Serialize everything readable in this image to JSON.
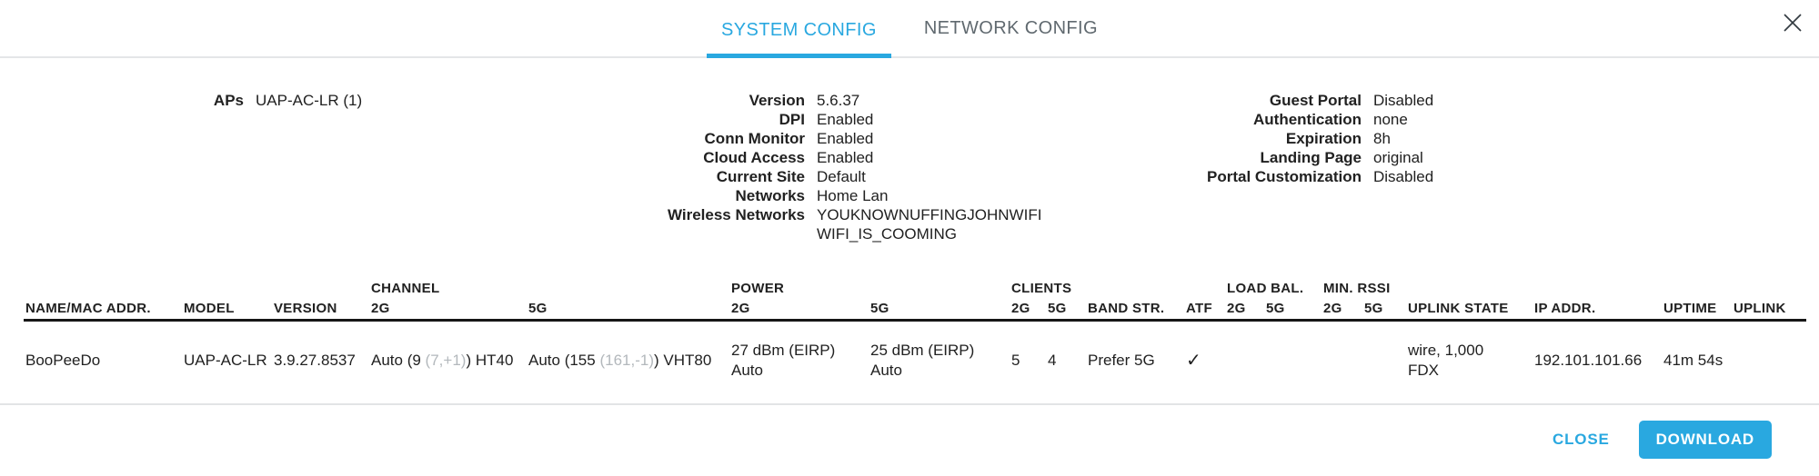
{
  "colors": {
    "accent": "#29a8e0",
    "muted_paren": "#b3b8bc",
    "divider": "#e4e6e8"
  },
  "tabs": [
    {
      "label": "SYSTEM CONFIG"
    },
    {
      "label": "NETWORK CONFIG"
    }
  ],
  "info": {
    "aps": {
      "label": "APs",
      "value": "UAP-AC-LR (1)"
    },
    "system": [
      {
        "label": "Version",
        "value": "5.6.37"
      },
      {
        "label": "DPI",
        "value": "Enabled"
      },
      {
        "label": "Conn Monitor",
        "value": "Enabled"
      },
      {
        "label": "Cloud Access",
        "value": "Enabled"
      },
      {
        "label": "Current Site",
        "value": "Default"
      },
      {
        "label": "Networks",
        "value": "Home Lan"
      },
      {
        "label": "Wireless Networks",
        "value": "YOUKNOWNUFFINGJOHNWIFI",
        "value2": "WIFI_IS_COOMING"
      }
    ],
    "guest": [
      {
        "label": "Guest Portal",
        "value": "Disabled"
      },
      {
        "label": "Authentication",
        "value": "none"
      },
      {
        "label": "Expiration",
        "value": "8h"
      },
      {
        "label": "Landing Page",
        "value": "original"
      },
      {
        "label": "Portal Customization",
        "value": "Disabled"
      }
    ]
  },
  "table": {
    "groups": {
      "channel": "CHANNEL",
      "power": "POWER",
      "clients": "CLIENTS",
      "load_bal": "LOAD BAL.",
      "min_rssi": "MIN. RSSI"
    },
    "headers": {
      "name": "NAME/MAC ADDR.",
      "model": "MODEL",
      "version": "VERSION",
      "ch2g": "2G",
      "ch5g": "5G",
      "pw2g": "2G",
      "pw5g": "5G",
      "cl2g": "2G",
      "cl5g": "5G",
      "band": "BAND STR.",
      "atf": "ATF",
      "lb2g": "2G",
      "lb5g": "5G",
      "rssi2g": "2G",
      "rssi5g": "5G",
      "uplink_state": "UPLINK STATE",
      "ip": "IP ADDR.",
      "uptime": "UPTIME",
      "uplink": "UPLINK"
    },
    "row": {
      "name": "BooPeeDo",
      "model": "UAP-AC-LR",
      "version": "3.9.27.8537",
      "ch2g": {
        "prefix": "Auto (9 ",
        "muted": "(7,+1)",
        "suffix": ") HT40"
      },
      "ch5g": {
        "prefix": "Auto (155 ",
        "muted": "(161,-1)",
        "suffix": ") VHT80"
      },
      "pw2g_line1": "27 dBm (EIRP)",
      "pw2g_line2": "Auto",
      "pw5g_line1": "25 dBm (EIRP)",
      "pw5g_line2": "Auto",
      "cl2g": "5",
      "cl5g": "4",
      "band": "Prefer 5G",
      "atf": "✓",
      "lb2g": "",
      "lb5g": "",
      "rssi2g": "",
      "rssi5g": "",
      "uplink_state_line1": "wire, 1,000",
      "uplink_state_line2": "FDX",
      "ip": "192.101.101.66",
      "uptime": "41m 54s",
      "uplink": ""
    }
  },
  "footer": {
    "close": "CLOSE",
    "download": "DOWNLOAD"
  }
}
